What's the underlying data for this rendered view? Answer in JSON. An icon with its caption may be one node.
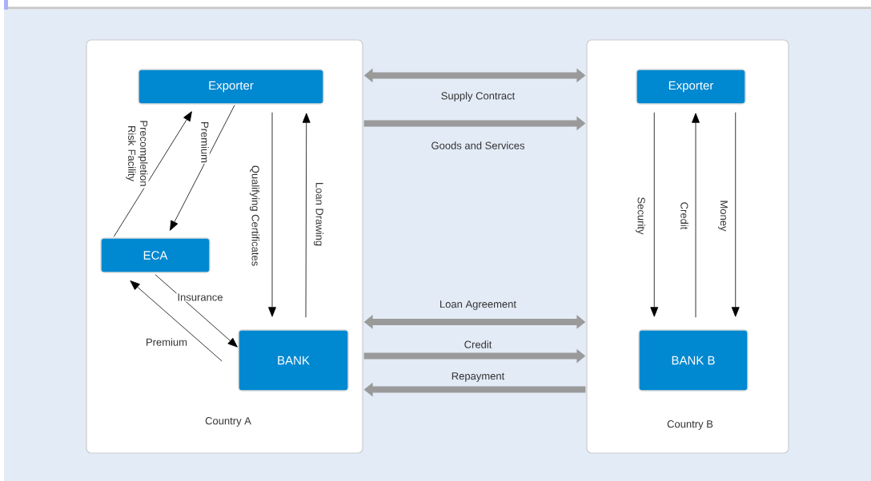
{
  "diagram": {
    "nodes": [
      {
        "text": [
          "Country A"
        ]
      },
      {
        "text": [
          "Exporter"
        ],
        "in": 0
      },
      {
        "text": [
          "ECA"
        ],
        "in": 0
      },
      {
        "text": [
          "BANK"
        ],
        "in": 0
      },
      {
        "text": [
          "Country B"
        ]
      },
      {
        "text": [
          "Exporter"
        ],
        "in": 4
      },
      {
        "text": [
          "BANK B"
        ],
        "in": 4
      }
    ],
    "edges": [
      {
        "from": 2,
        "to": 1,
        "arrow": "to",
        "label": "Precompletion Risk Facility"
      },
      {
        "from": 1,
        "to": 2,
        "arrow": "to",
        "label": "Premium"
      },
      {
        "from": 2,
        "to": 3,
        "arrow": "to",
        "label": "Insurance"
      },
      {
        "from": 3,
        "to": 2,
        "arrow": "to",
        "label": "Premium"
      },
      {
        "from": 1,
        "to": 3,
        "arrow": "to",
        "label": "Qualifying Certificates"
      },
      {
        "from": 3,
        "to": 1,
        "arrow": "to",
        "label": "Loan Drawing"
      },
      {
        "from": 0,
        "to": 4,
        "arrow": "both",
        "label": "Supply Contract",
        "style": "thick",
        "color": "#9a9a9a"
      },
      {
        "from": 0,
        "to": 4,
        "arrow": "to",
        "label": "Goods and Services",
        "style": "thick",
        "color": "#9a9a9a"
      },
      {
        "from": 0,
        "to": 4,
        "arrow": "both",
        "label": "Loan Agreement",
        "style": "thick",
        "color": "#9a9a9a"
      },
      {
        "from": 0,
        "to": 4,
        "arrow": "to",
        "label": "Credit",
        "style": "thick",
        "color": "#9a9a9a"
      },
      {
        "from": 4,
        "to": 0,
        "arrow": "to",
        "label": "Repayment",
        "style": "thick",
        "color": "#9a9a9a"
      },
      {
        "from": 5,
        "to": 6,
        "arrow": "to",
        "label": "Security"
      },
      {
        "from": 6,
        "to": 5,
        "arrow": "to",
        "label": "Credit"
      },
      {
        "from": 5,
        "to": 6,
        "arrow": "to",
        "label": "Money"
      }
    ]
  }
}
